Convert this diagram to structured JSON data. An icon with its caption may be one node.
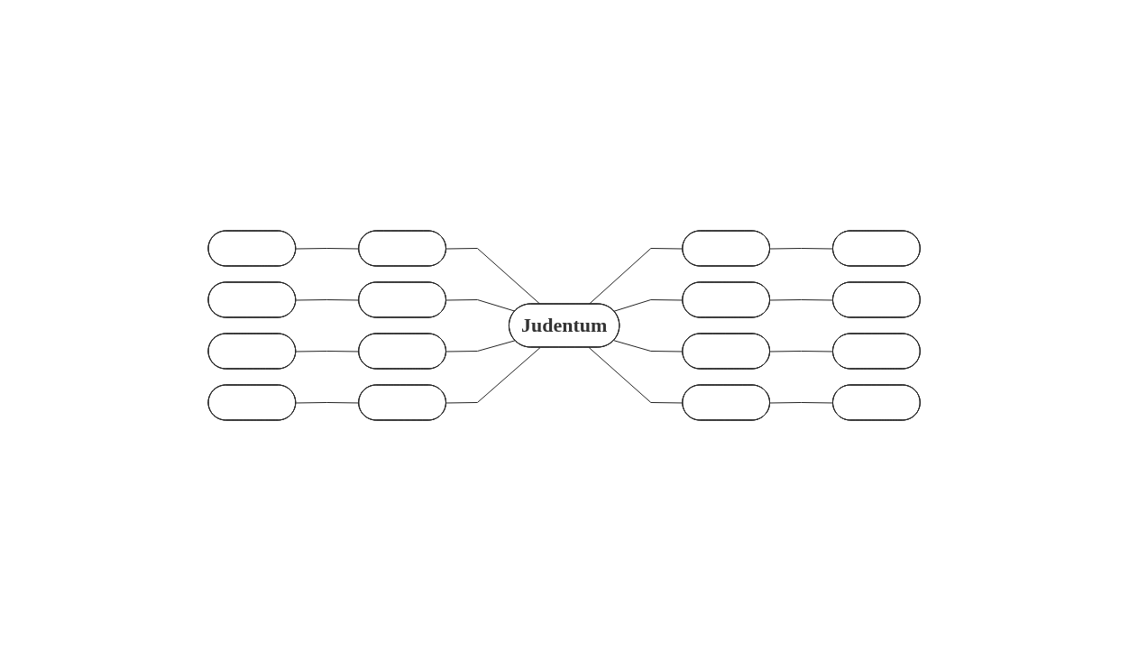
{
  "diagram": {
    "nodes": [
      {
        "text": [],
        "shape": "ellipse"
      },
      {
        "text": [],
        "shape": "ellipse"
      },
      {
        "text": [],
        "shape": "ellipse"
      },
      {
        "text": [],
        "shape": "ellipse"
      },
      {
        "text": [],
        "shape": "ellipse"
      },
      {
        "text": [],
        "shape": "ellipse"
      },
      {
        "text": [],
        "shape": "ellipse"
      },
      {
        "text": [],
        "shape": "ellipse"
      },
      {
        "text": [
          "Judentum"
        ]
      },
      {
        "text": [],
        "shape": "ellipse"
      },
      {
        "text": [],
        "shape": "ellipse"
      },
      {
        "text": [],
        "shape": "ellipse"
      },
      {
        "text": [],
        "shape": "ellipse"
      },
      {
        "text": [],
        "shape": "ellipse"
      },
      {
        "text": [],
        "shape": "ellipse"
      },
      {
        "text": [],
        "shape": "ellipse"
      },
      {
        "text": [],
        "shape": "ellipse"
      }
    ],
    "edges": [
      {
        "from": 0,
        "to": 3,
        "arrow": "none"
      },
      {
        "from": 3,
        "to": 8,
        "arrow": "none"
      },
      {
        "from": 1,
        "to": 4,
        "arrow": "none"
      },
      {
        "from": 4,
        "to": 8,
        "arrow": "none"
      },
      {
        "from": 8,
        "to": 5,
        "arrow": "none"
      },
      {
        "from": 5,
        "to": 2,
        "arrow": "none"
      },
      {
        "from": 6,
        "to": 7,
        "arrow": "none"
      },
      {
        "from": 7,
        "to": 8,
        "arrow": "none"
      },
      {
        "from": 8,
        "to": 9,
        "arrow": "none"
      },
      {
        "from": 9,
        "to": 10,
        "arrow": "none"
      },
      {
        "from": 14,
        "to": 11,
        "arrow": "none"
      },
      {
        "from": 11,
        "to": 8,
        "arrow": "none"
      },
      {
        "from": 8,
        "to": 12,
        "arrow": "none"
      },
      {
        "from": 12,
        "to": 15,
        "arrow": "none"
      },
      {
        "from": 8,
        "to": 13,
        "arrow": "none"
      },
      {
        "from": 13,
        "to": 16,
        "arrow": "none"
      }
    ]
  }
}
